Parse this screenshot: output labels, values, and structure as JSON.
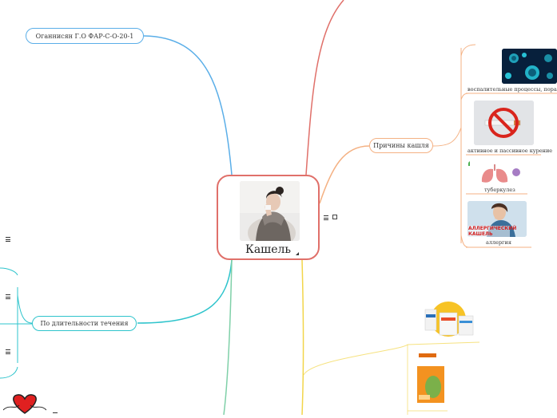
{
  "central": {
    "title": "Кашель",
    "photo_icon": "person-coughing-photo"
  },
  "author": {
    "label": "Оганнисян Г.О ФАР-С-О-20-1"
  },
  "causes": {
    "label": "Причины  кашля",
    "items": [
      {
        "caption": "воспалительные процессы, поражающие",
        "icon": "virus-image"
      },
      {
        "caption": "активное и пассивное курение",
        "icon": "no-smoking-image"
      },
      {
        "caption": "туберкулез",
        "icon": "lungs-image"
      },
      {
        "caption": "аллергия",
        "icon": "allergy-image",
        "image_text": "АЛЛЕРГИЧЕСКИЙ КАШЕЛЬ"
      }
    ]
  },
  "duration": {
    "label": "По длительности течения"
  },
  "colors": {
    "red": "#e0706a",
    "orange": "#f4b183",
    "blue": "#5aaee8",
    "teal": "#2ec4cc",
    "yellow": "#f2d54a",
    "green": "#7fd0a8"
  }
}
